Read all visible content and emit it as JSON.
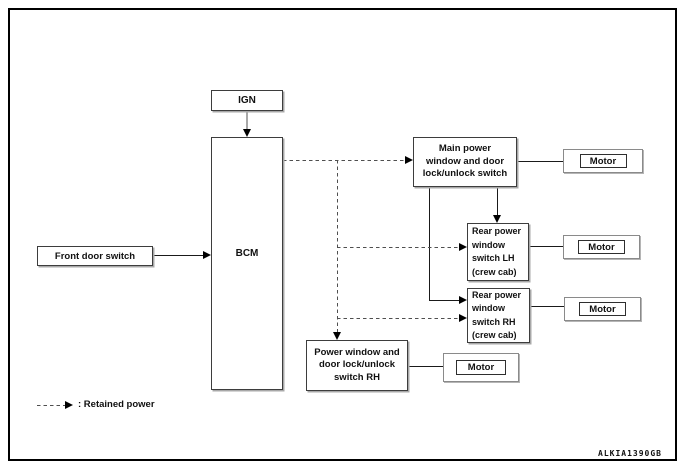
{
  "diagram": {
    "nodes": {
      "ign": "IGN",
      "bcm": "BCM",
      "front_door_switch": "Front door switch",
      "main_switch": "Main power\nwindow and door\nlock/unlock switch",
      "rear_switch_lh": "Rear power\nwindow\nswitch LH\n(crew cab)",
      "rear_switch_rh": "Rear power\nwindow\nswitch RH\n(crew cab)",
      "power_window_switch_rh": "Power window and\ndoor lock/unlock\nswitch RH",
      "motor_main": "Motor",
      "motor_rear_lh": "Motor",
      "motor_rear_rh": "Motor",
      "motor_front_rh": "Motor"
    },
    "legend": {
      "label": ": Retained power"
    },
    "figure_code": "ALKIA1390GB",
    "colors": {
      "background": "#ffffff",
      "solid_line": "#1a1a1a",
      "dashed_line": "#4f4f4f",
      "box_border": "#3d3d3d"
    }
  }
}
